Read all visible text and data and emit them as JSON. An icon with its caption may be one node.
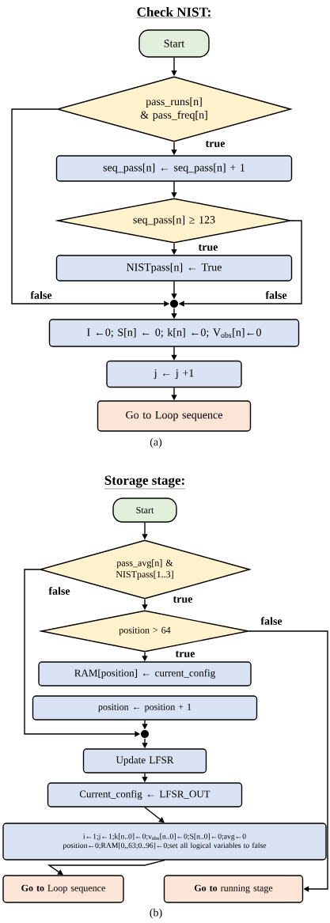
{
  "diagram": {
    "nodes": [
      {
        "text": [
          "Start"
        ]
      },
      {
        "text": [
          "pass_runs[n] & pass_freq[n]"
        ]
      },
      {
        "text": [
          "seq_pass[n] ← seq_pass[n] + 1"
        ]
      },
      {
        "text": [
          "seq_pass[n] ≥ 123"
        ]
      },
      {
        "text": [
          "NISTpass[n] ← True"
        ]
      },
      {
        "text": [],
        "shape": "circle"
      },
      {
        "text": [
          "I ←0; S[n] ← 0; k[n] ←0; V$_{obs}$[n]←0"
        ]
      },
      {
        "text": [
          "j ← j +1"
        ]
      },
      {
        "text": [
          "Go to Loop sequence"
        ]
      },
      {
        "text": [
          "Start"
        ]
      },
      {
        "text": [
          "pass_avg[n] & NISTpass[1..3]"
        ]
      },
      {
        "text": [
          "position  > 64"
        ]
      },
      {
        "text": [
          "RAM[position] ← current_config"
        ]
      },
      {
        "text": [
          "position ← position + 1"
        ]
      },
      {
        "text": [],
        "shape": "circle"
      },
      {
        "text": [
          "Update LFSR"
        ]
      },
      {
        "text": [
          "Current_config ← LFSR_OUT"
        ]
      },
      {
        "text": [
          "i←1;j←1;k[n..0]←0;v$_{obs}$[n..0]←0;S[n..0]←0;avg←0 position←0;RAM[0,,63;0..96]←0;set all logical variables to false"
        ]
      },
      {
        "text": [
          "**Go to** Loop sequence"
        ]
      },
      {
        "text": [
          "**Go to** running stage"
        ]
      }
    ],
    "edges": [
      {
        "from": 0,
        "to": 1,
        "arrow": "to"
      },
      {
        "from": 1,
        "to": 2,
        "arrow": "to",
        "label": "true"
      },
      {
        "from": 2,
        "to": 3,
        "arrow": "to"
      },
      {
        "from": 3,
        "to": 4,
        "arrow": "to",
        "label": "true"
      },
      {
        "from": 4,
        "to": 5,
        "arrow": "to"
      },
      {
        "from": 1,
        "to": 5,
        "arrow": "to",
        "label": "false"
      },
      {
        "from": 3,
        "to": 5,
        "arrow": "to",
        "label": "false"
      },
      {
        "from": 5,
        "to": 6,
        "arrow": "to"
      },
      {
        "from": 6,
        "to": 7,
        "arrow": "to"
      },
      {
        "from": 7,
        "to": 8,
        "arrow": "to"
      },
      {
        "from": 9,
        "to": 10,
        "arrow": "to"
      },
      {
        "from": 10,
        "to": 11,
        "arrow": "to",
        "label": "true"
      },
      {
        "from": 11,
        "to": 12,
        "arrow": "to",
        "label": "true"
      },
      {
        "from": 13,
        "to": 14,
        "arrow": "to"
      },
      {
        "from": 10,
        "to": 14,
        "arrow": "to",
        "label": "false"
      },
      {
        "from": 14,
        "to": 15,
        "arrow": "to"
      },
      {
        "from": 15,
        "to": 16,
        "arrow": "to"
      },
      {
        "from": 16,
        "to": 17,
        "arrow": "to"
      },
      {
        "from": 17,
        "to": 18,
        "arrow": "to"
      },
      {
        "from": 11,
        "to": 19,
        "arrow": "to",
        "label": "false"
      }
    ],
    "labels": [
      "Check NIST:",
      "(a)",
      "Storage stage:",
      "(b)"
    ]
  }
}
